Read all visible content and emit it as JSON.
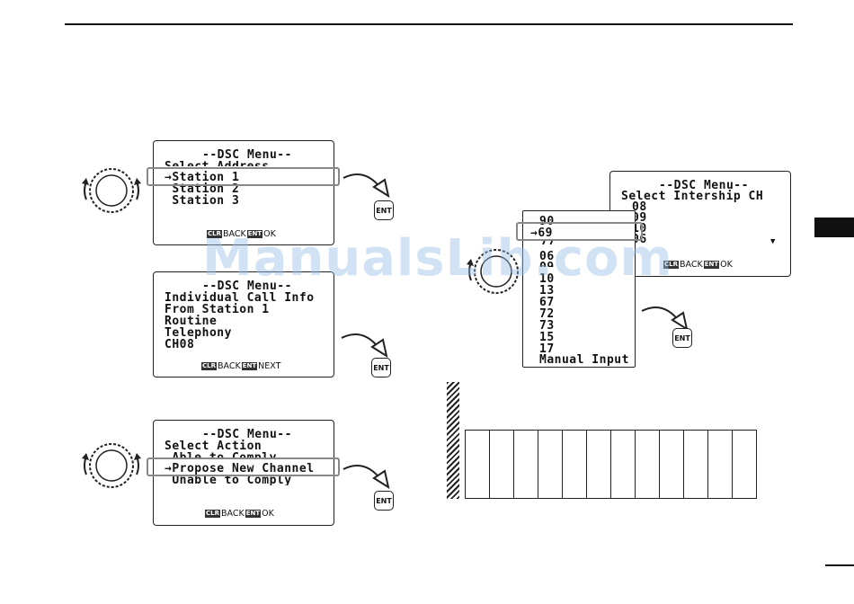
{
  "watermark": "ManualsLib.com",
  "screen1": {
    "title": "--DSC Menu--",
    "line1": "Select Address",
    "line2": "→Station 1",
    "line3": " Station 2",
    "line4": " Station 3",
    "footer": {
      "k1": "CLR",
      "t1": "BACK",
      "k2": "ENT",
      "t2": "OK"
    }
  },
  "screen2": {
    "title": "--DSC Menu--",
    "line1": "Individual Call Info",
    "line2": "From Station 1",
    "line3": "Routine",
    "line4": "Telephony",
    "line5": "CH08",
    "footer": {
      "k1": "CLR",
      "t1": "BACK",
      "k2": "ENT",
      "t2": "NEXT"
    }
  },
  "screen3": {
    "title": "--DSC Menu--",
    "line1": "Select Action",
    "line2": " Able to Comply",
    "line3": "→Propose New Channel",
    "line4": " Unable to Comply",
    "footer": {
      "k1": "CLR",
      "t1": "BACK",
      "k2": "ENT",
      "t2": "OK"
    }
  },
  "screen4": {
    "title": "--DSC Menu--",
    "line1": "Select Intership CH",
    "line2": "08",
    "line3": "09",
    "line4": "10",
    "line5": "06",
    "scroll_mark": "▼",
    "footer": {
      "k1": "CLR",
      "t1": "BACK",
      "k2": "ENT",
      "t2": "OK"
    }
  },
  "channel_list": {
    "items": [
      "90",
      "→69",
      "77",
      "06",
      "09",
      "10",
      "13",
      "67",
      "72",
      "73",
      "15",
      "17",
      "Manual Input"
    ]
  },
  "ent_key": "ENT"
}
